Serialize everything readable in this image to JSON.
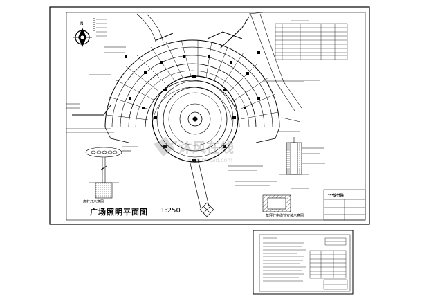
{
  "drawing": {
    "main_title": "广场照明平面图",
    "scale": "1:250",
    "detail_left_caption": "高杆灯示意图",
    "detail_right_caption": "草坪灯电缆管安装示意图",
    "watermark_text": "沐风在线",
    "watermark_url": "www.mfcad.com",
    "north_label": "N",
    "title_block_logo": "***设计院"
  }
}
